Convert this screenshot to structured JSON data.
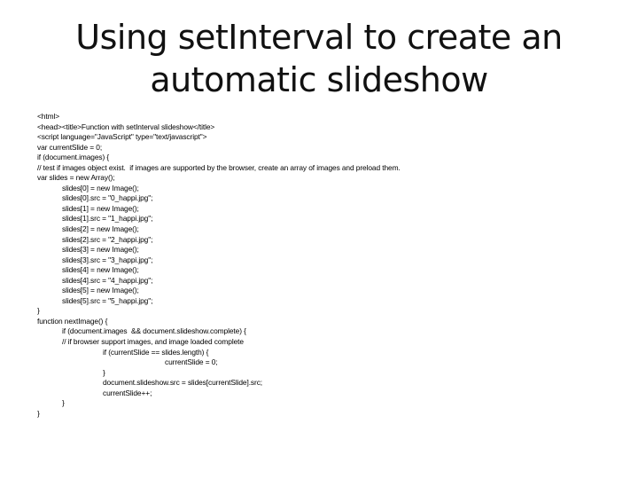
{
  "slide": {
    "title_lines": [
      "Using setInterval to create an",
      "automatic slideshow"
    ],
    "code_lines": [
      {
        "indent": 0,
        "text": "<html>"
      },
      {
        "indent": 0,
        "text": "<head><title>Function with setInterval slideshow</title>"
      },
      {
        "indent": 0,
        "text": "<script language=\"JavaScript\" type=\"text/javascript\">"
      },
      {
        "indent": 0,
        "text": "var currentSlide = 0;"
      },
      {
        "indent": 0,
        "text": "if (document.images) {"
      },
      {
        "indent": 0,
        "text": "// test if images object exist.  if images are supported by the browser, create an array of images and preload them."
      },
      {
        "indent": 0,
        "text": "var slides = new Array();"
      },
      {
        "indent": 1,
        "text": "slides[0] = new Image();"
      },
      {
        "indent": 1,
        "text": "slides[0].src = \"0_happi.jpg\";"
      },
      {
        "indent": 1,
        "text": "slides[1] = new Image();"
      },
      {
        "indent": 1,
        "text": "slides[1].src = \"1_happi.jpg\";"
      },
      {
        "indent": 1,
        "text": "slides[2] = new Image();"
      },
      {
        "indent": 1,
        "text": "slides[2].src = \"2_happi.jpg\";"
      },
      {
        "indent": 1,
        "text": "slides[3] = new Image();"
      },
      {
        "indent": 1,
        "text": "slides[3].src = \"3_happi.jpg\";"
      },
      {
        "indent": 1,
        "text": "slides[4] = new Image();"
      },
      {
        "indent": 1,
        "text": "slides[4].src = \"4_happi.jpg\";"
      },
      {
        "indent": 1,
        "text": "slides[5] = new Image();"
      },
      {
        "indent": 1,
        "text": "slides[5].src = \"5_happi.jpg\";"
      },
      {
        "indent": 0,
        "text": "}"
      },
      {
        "indent": 0,
        "text": "function nextImage() {"
      },
      {
        "indent": 1,
        "text": "if (document.images  && document.slideshow.complete) {"
      },
      {
        "indent": 1,
        "text": "// if browser support images, and image loaded complete"
      },
      {
        "indent": 2,
        "text": "if (currentSlide == slides.length) {"
      },
      {
        "indent": 3,
        "text": "currentSlide = 0;"
      },
      {
        "indent": 2,
        "text": "}"
      },
      {
        "indent": 2,
        "text": "document.slideshow.src = slides[currentSlide].src;"
      },
      {
        "indent": 2,
        "text": "currentSlide++;"
      },
      {
        "indent": 1,
        "text": "}"
      },
      {
        "indent": 0,
        "text": "}"
      }
    ]
  }
}
